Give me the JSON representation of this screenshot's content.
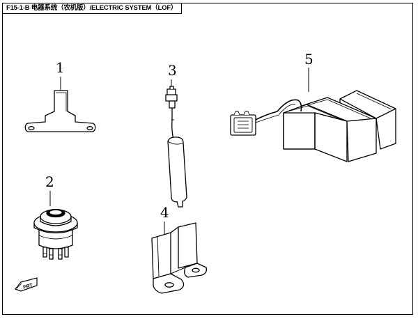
{
  "title": "F15-1-B 电器系统（农机版）/ELECTRIC SYSTEM（LOF）",
  "parts": [
    {
      "callout": "1",
      "icon": "license-plate-bracket-icon"
    },
    {
      "callout": "2",
      "icon": "rocker-switch-icon"
    },
    {
      "callout": "3",
      "icon": "flasher-relay-icon"
    },
    {
      "callout": "4",
      "icon": "mounting-bracket-icon"
    },
    {
      "callout": "5",
      "icon": "battery-wiring-icon"
    }
  ],
  "orientation_mark": {
    "text": "FRT",
    "icon": "front-direction-icon"
  }
}
